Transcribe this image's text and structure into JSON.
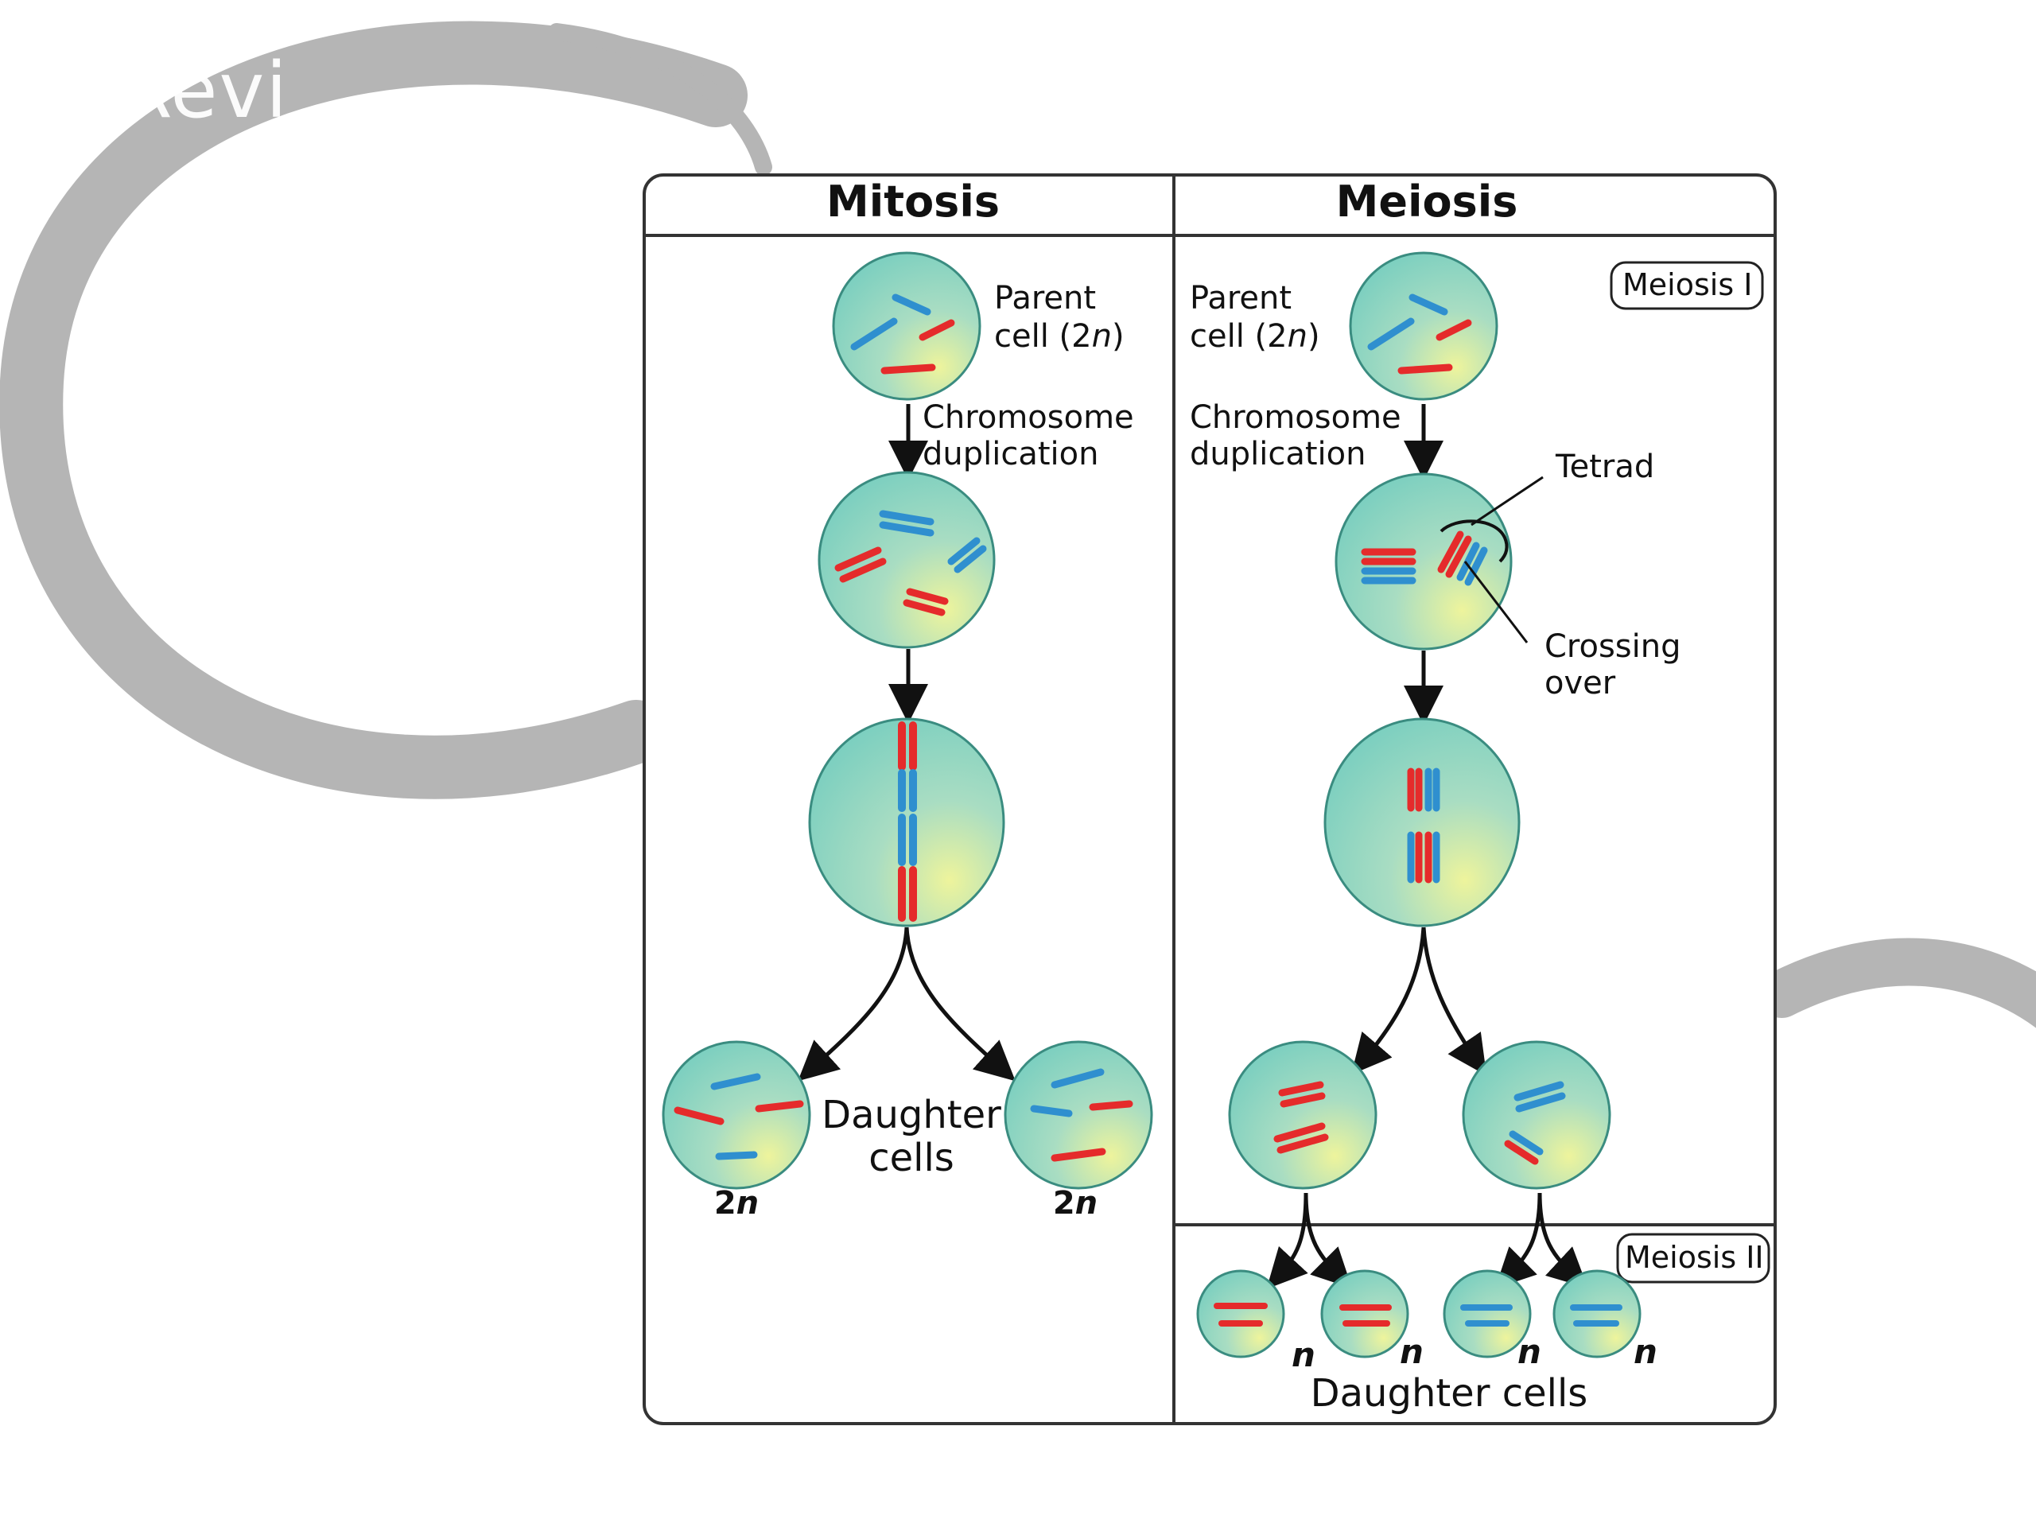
{
  "slide": {
    "title": "Revi"
  },
  "diagram": {
    "mitosis": {
      "header": "Mitosis",
      "parent_line1": "Parent",
      "parent_line2": "cell (2",
      "parent_n": "n",
      "parent_close": ")",
      "dup_line1": "Chromosome",
      "dup_line2": "duplication",
      "daughter_line1": "Daughter",
      "daughter_line2": "cells",
      "ploidy_left_num": "2",
      "ploidy_left_n": "n",
      "ploidy_right_num": "2",
      "ploidy_right_n": "n"
    },
    "meiosis": {
      "header": "Meiosis",
      "stage1": "Meiosis I",
      "stage2": "Meiosis II",
      "parent_line1": "Parent",
      "parent_line2": "cell (2",
      "parent_n": "n",
      "parent_close": ")",
      "dup_line1": "Chromosome",
      "dup_line2": "duplication",
      "tetrad": "Tetrad",
      "crossing_line1": "Crossing",
      "crossing_line2": "over",
      "ploidy": [
        "n",
        "n",
        "n",
        "n"
      ],
      "daughter_cells": "Daughter cells"
    },
    "colors": {
      "cell_fill": "#8fd6c6",
      "cell_highlight": "#e8f29a",
      "chrom_red": "#e52b2b",
      "chrom_blue": "#2f8fcf",
      "swoosh": "#b5b5b5"
    }
  }
}
